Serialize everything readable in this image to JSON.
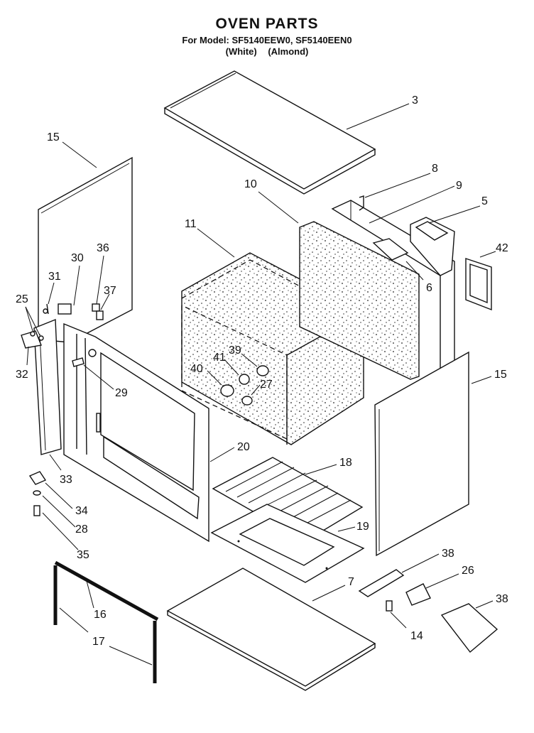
{
  "header": {
    "title": "OVEN PARTS",
    "model_line": "For Model: SF5140EEW0, SF5140EEN0",
    "variant_white": "(White)",
    "variant_almond": "(Almond)"
  },
  "callouts": [
    "3",
    "8",
    "9",
    "5",
    "15",
    "10",
    "11",
    "42",
    "36",
    "30",
    "31",
    "37",
    "25",
    "6",
    "39",
    "41",
    "40",
    "27",
    "29",
    "32",
    "20",
    "18",
    "33",
    "19",
    "34",
    "28",
    "35",
    "38",
    "26",
    "7",
    "16",
    "14",
    "17",
    "15",
    "38"
  ]
}
